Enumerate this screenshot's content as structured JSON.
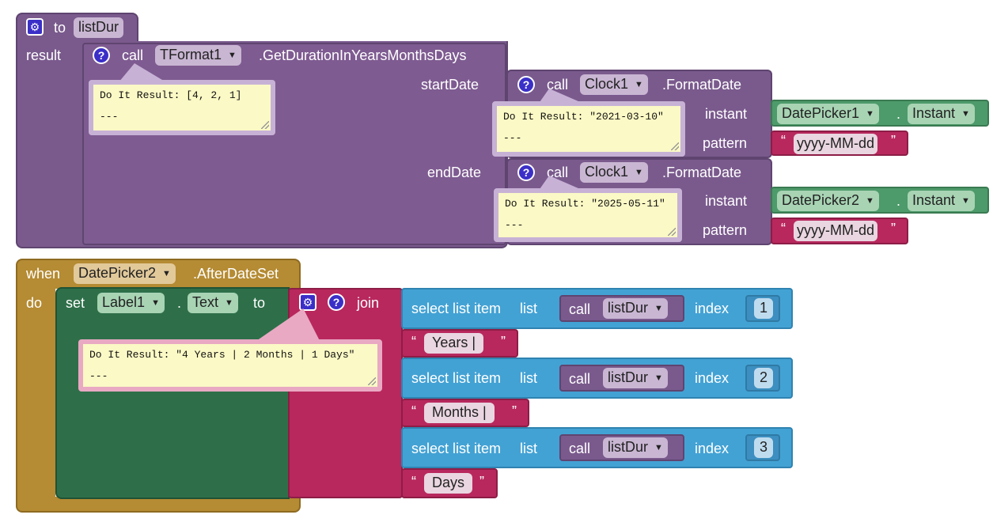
{
  "proc": {
    "to_kw": "to",
    "name": "listDur",
    "result_kw": "result",
    "call_kw": "call",
    "component": "TFormat1",
    "method": ".GetDurationInYearsMonthsDays",
    "bubble": {
      "line1": "Do It Result: [4, 2, 1]",
      "line2": "---"
    },
    "start_label": "startDate",
    "end_label": "endDate"
  },
  "fmt1": {
    "call_kw": "call",
    "component": "Clock1",
    "method": ".FormatDate",
    "bubble": {
      "line1": "Do It Result: \"2021-03-10\"",
      "line2": "---"
    },
    "instant_label": "instant",
    "pattern_label": "pattern",
    "picker": "DatePicker1",
    "dot": ".",
    "prop": "Instant",
    "pattern": "yyyy-MM-dd"
  },
  "fmt2": {
    "call_kw": "call",
    "component": "Clock1",
    "method": ".FormatDate",
    "bubble": {
      "line1": "Do It Result: \"2025-05-11\"",
      "line2": "---"
    },
    "instant_label": "instant",
    "pattern_label": "pattern",
    "picker": "DatePicker2",
    "dot": ".",
    "prop": "Instant",
    "pattern": "yyyy-MM-dd"
  },
  "event": {
    "when_kw": "when",
    "component": "DatePicker2",
    "event_name": ".AfterDateSet",
    "do_kw": "do",
    "set_kw": "set",
    "target": "Label1",
    "dot": ".",
    "prop": "Text",
    "to_kw": "to",
    "join_kw": "join",
    "bubble": {
      "line1": "Do It Result: \"4 Years | 2 Months | 1 Days\"",
      "line2": "---"
    }
  },
  "selects": [
    {
      "label": "select list item",
      "list_kw": "list",
      "call_kw": "call",
      "proc": "listDur",
      "index_kw": "index",
      "index": "1"
    },
    {
      "label": "select list item",
      "list_kw": "list",
      "call_kw": "call",
      "proc": "listDur",
      "index_kw": "index",
      "index": "2"
    },
    {
      "label": "select list item",
      "list_kw": "list",
      "call_kw": "call",
      "proc": "listDur",
      "index_kw": "index",
      "index": "3"
    }
  ],
  "strings": [
    {
      "open": "“",
      "text": "Years |",
      "close": "”"
    },
    {
      "open": "“",
      "text": "Months |",
      "close": "”"
    },
    {
      "open": "“",
      "text": "Days",
      "close": "”"
    }
  ],
  "icons": {
    "gear": "gear-icon",
    "question": "question-icon",
    "dropdown": "dropdown-arrow-icon"
  },
  "colors": {
    "procedure": "#7a5a8d",
    "component_green": "#2e6f49",
    "property_green": "#4d9a6a",
    "event": "#b58b33",
    "text": "#b8285d",
    "list": "#43a2d4",
    "bubble": "#fbf9c5"
  }
}
